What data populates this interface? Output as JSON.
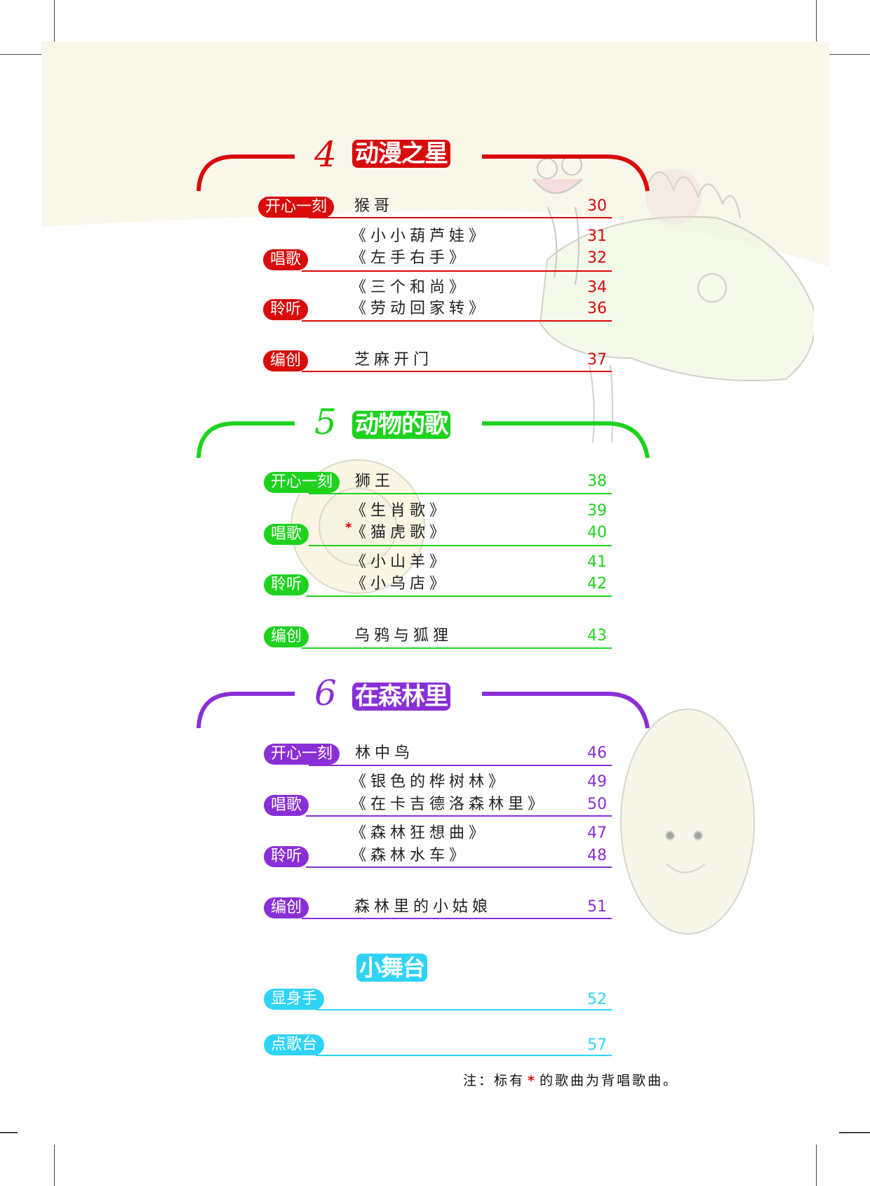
{
  "colors": {
    "unit4": "#d80a0a",
    "unit5": "#1ed21e",
    "unit6": "#8a2fd6",
    "stage": "#2fd3f5",
    "star": "#e00000",
    "cream": "#f9f7ea"
  },
  "units": [
    {
      "number": "4",
      "title": "动漫之星",
      "rows": [
        {
          "badge": "开心一刻",
          "items": [
            {
              "title": "猴哥",
              "page": "30"
            }
          ]
        },
        {
          "badge": "唱歌",
          "items": [
            {
              "title": "《小小葫芦娃》",
              "page": "31"
            },
            {
              "title": "《左手右手》",
              "page": "32"
            }
          ]
        },
        {
          "badge": "聆听",
          "items": [
            {
              "title": "《三个和尚》",
              "page": "34"
            },
            {
              "title": "《劳动回家转》",
              "page": "36"
            }
          ]
        },
        {
          "badge": "编创",
          "items": [
            {
              "title": "芝麻开门",
              "page": "37"
            }
          ]
        }
      ]
    },
    {
      "number": "5",
      "title": "动物的歌",
      "rows": [
        {
          "badge": "开心一刻",
          "items": [
            {
              "title": "狮王",
              "page": "38"
            }
          ]
        },
        {
          "badge": "唱歌",
          "items": [
            {
              "title": "《生肖歌》",
              "page": "39"
            },
            {
              "title": "《猫虎歌》",
              "page": "40",
              "starred": "*"
            }
          ]
        },
        {
          "badge": "聆听",
          "items": [
            {
              "title": "《小山羊》",
              "page": "41"
            },
            {
              "title": "《小乌店》",
              "page": "42"
            }
          ]
        },
        {
          "badge": "编创",
          "items": [
            {
              "title": "乌鸦与狐狸",
              "page": "43"
            }
          ]
        }
      ]
    },
    {
      "number": "6",
      "title": "在森林里",
      "rows": [
        {
          "badge": "开心一刻",
          "items": [
            {
              "title": "林中鸟",
              "page": "46"
            }
          ]
        },
        {
          "badge": "唱歌",
          "items": [
            {
              "title": "《银色的桦树林》",
              "page": "49"
            },
            {
              "title": "《在卡吉德洛森林里》",
              "page": "50"
            }
          ]
        },
        {
          "badge": "聆听",
          "items": [
            {
              "title": "《森林狂想曲》",
              "page": "47"
            },
            {
              "title": "《森林水车》",
              "page": "48"
            }
          ]
        },
        {
          "badge": "编创",
          "items": [
            {
              "title": "森林里的小姑娘",
              "page": "51"
            }
          ]
        }
      ]
    }
  ],
  "stage": {
    "title": "小舞台",
    "rows": [
      {
        "badge": "显身手",
        "page": "52"
      },
      {
        "badge": "点歌台",
        "page": "57"
      }
    ]
  },
  "note": {
    "prefix": "注：标有",
    "star": "*",
    "suffix": "的歌曲为背唱歌曲。"
  },
  "icons": {
    "frog": "frog-illustration",
    "lotus": "lotus-leaf-illustration",
    "sunflower": "sunflower-illustration",
    "corn": "corn-character-illustration"
  }
}
